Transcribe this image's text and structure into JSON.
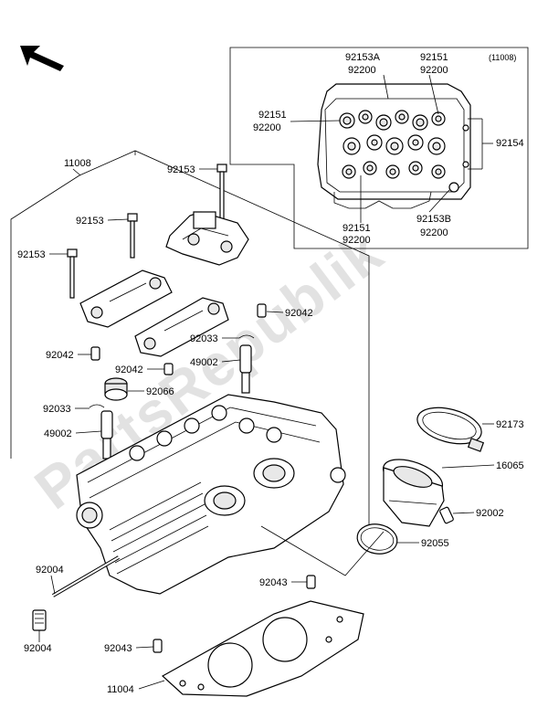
{
  "watermark": "PartsRepublik",
  "icons": {
    "direction": "arrow-up-left-icon"
  },
  "inset": {
    "ref": "(11008)",
    "labels": {
      "a_top": "92153A",
      "a_bottom": "92200",
      "b_top": "92151",
      "b_bottom": "92200",
      "c_top": "92151",
      "c_bottom": "92200",
      "d": "92154",
      "e_top": "92151",
      "e_bottom": "92200",
      "f_top": "92153B",
      "f_bottom": "92200"
    }
  },
  "labels": {
    "l11008": "11008",
    "l92153a": "92153",
    "l92153b": "92153",
    "l92153c": "92153",
    "l92042a": "92042",
    "l92042b": "92042",
    "l92042c": "92042",
    "l92033a": "92033",
    "l92033b": "92033",
    "l49002a": "49002",
    "l49002b": "49002",
    "l92066": "92066",
    "l92173": "92173",
    "l16065": "16065",
    "l92002": "92002",
    "l92055": "92055",
    "l92004a": "92004",
    "l92004b": "92004",
    "l92043a": "92043",
    "l92043b": "92043",
    "l11004": "11004"
  }
}
